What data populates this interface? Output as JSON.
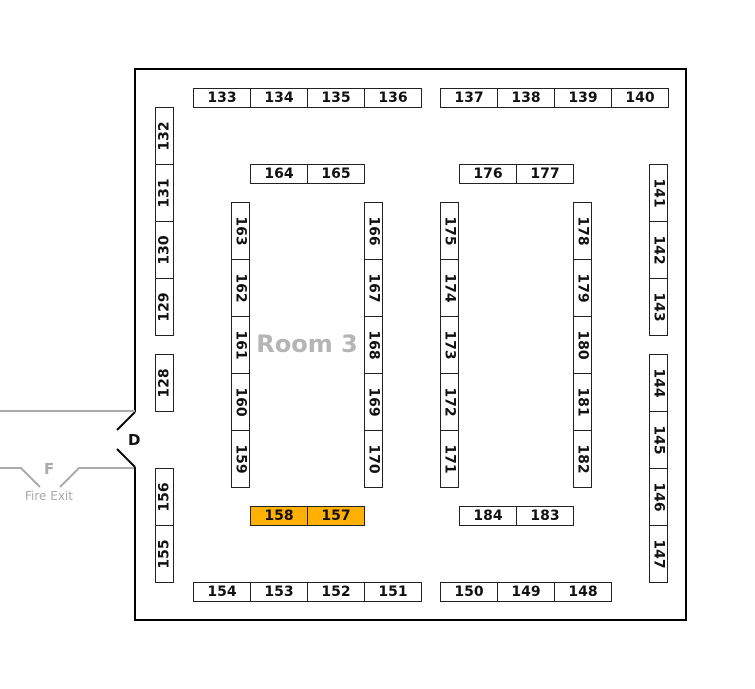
{
  "room": {
    "label": "Room 3"
  },
  "door": {
    "label": "D"
  },
  "fire_exit": {
    "letter": "F",
    "label": "Fire Exit"
  },
  "colors": {
    "highlight": "#FFB000",
    "wall": "#000000",
    "exit_line": "#aaaaaa"
  },
  "booths": [
    {
      "id": "133"
    },
    {
      "id": "134"
    },
    {
      "id": "135"
    },
    {
      "id": "136"
    },
    {
      "id": "137"
    },
    {
      "id": "138"
    },
    {
      "id": "139"
    },
    {
      "id": "140"
    },
    {
      "id": "132"
    },
    {
      "id": "131"
    },
    {
      "id": "130"
    },
    {
      "id": "129"
    },
    {
      "id": "128"
    },
    {
      "id": "156"
    },
    {
      "id": "155"
    },
    {
      "id": "164"
    },
    {
      "id": "165"
    },
    {
      "id": "176"
    },
    {
      "id": "177"
    },
    {
      "id": "163"
    },
    {
      "id": "162"
    },
    {
      "id": "161"
    },
    {
      "id": "160"
    },
    {
      "id": "159"
    },
    {
      "id": "166"
    },
    {
      "id": "167"
    },
    {
      "id": "168"
    },
    {
      "id": "169"
    },
    {
      "id": "170"
    },
    {
      "id": "175"
    },
    {
      "id": "174"
    },
    {
      "id": "173"
    },
    {
      "id": "172"
    },
    {
      "id": "171"
    },
    {
      "id": "178"
    },
    {
      "id": "179"
    },
    {
      "id": "180"
    },
    {
      "id": "181"
    },
    {
      "id": "182"
    },
    {
      "id": "141"
    },
    {
      "id": "142"
    },
    {
      "id": "143"
    },
    {
      "id": "144"
    },
    {
      "id": "145"
    },
    {
      "id": "146"
    },
    {
      "id": "147"
    },
    {
      "id": "158",
      "highlighted": true
    },
    {
      "id": "157",
      "highlighted": true
    },
    {
      "id": "184"
    },
    {
      "id": "183"
    },
    {
      "id": "154"
    },
    {
      "id": "153"
    },
    {
      "id": "152"
    },
    {
      "id": "151"
    },
    {
      "id": "150"
    },
    {
      "id": "149"
    },
    {
      "id": "148"
    }
  ]
}
